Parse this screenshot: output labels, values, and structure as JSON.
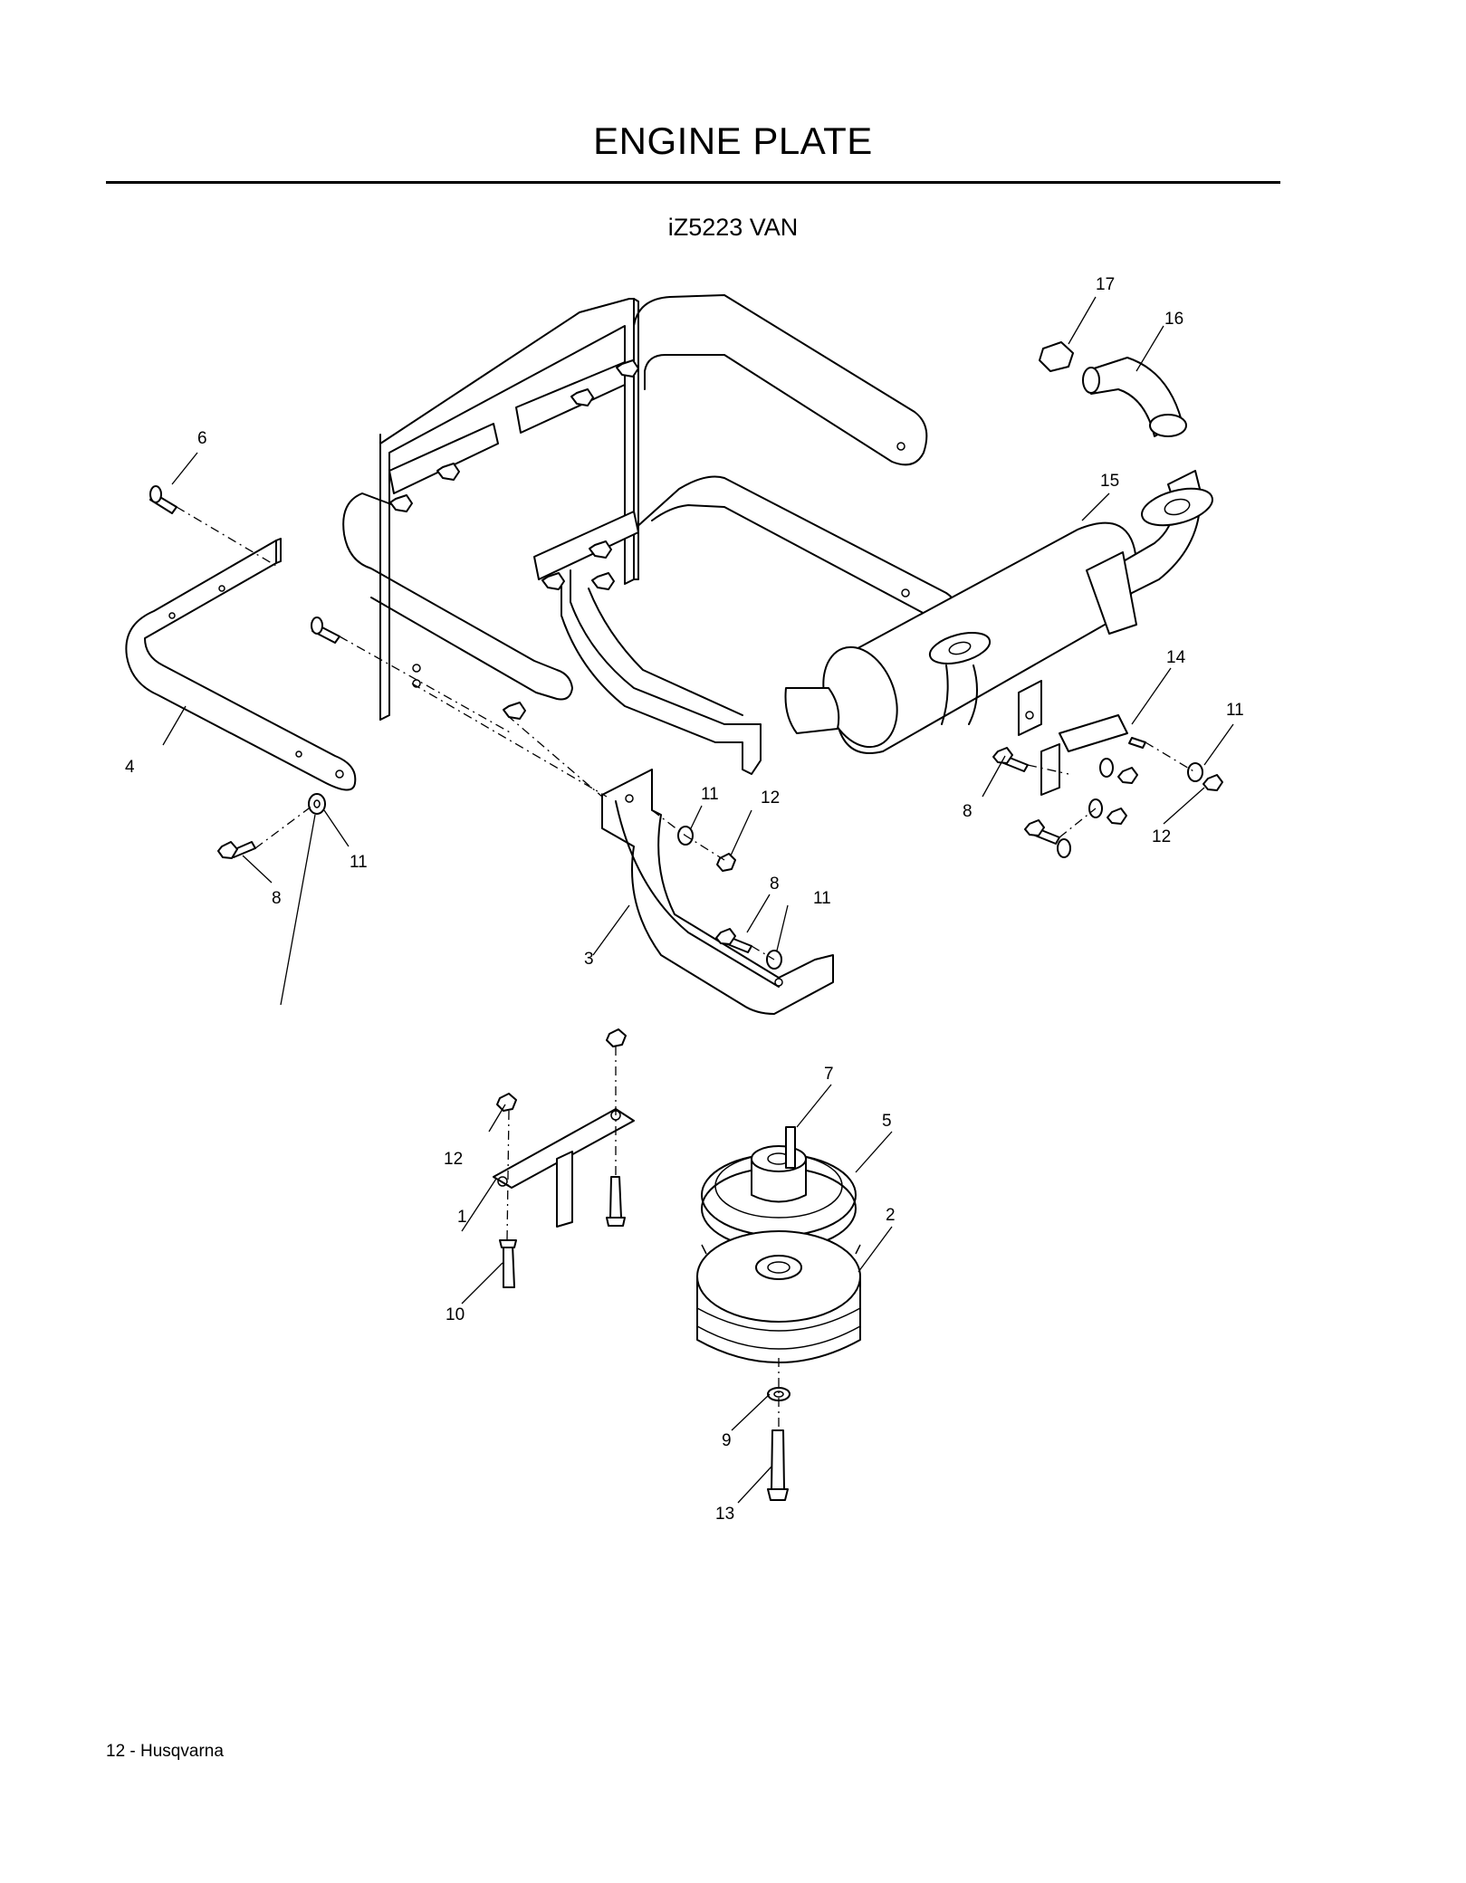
{
  "page": {
    "title": "ENGINE PLATE",
    "subtitle": "iZ5223 VAN",
    "footer": "12 - Husqvarna"
  },
  "diagram": {
    "type": "exploded-parts-diagram",
    "callouts": [
      {
        "id": "c1",
        "label": "1"
      },
      {
        "id": "c2",
        "label": "2"
      },
      {
        "id": "c3",
        "label": "3"
      },
      {
        "id": "c4",
        "label": "4"
      },
      {
        "id": "c5",
        "label": "5"
      },
      {
        "id": "c6",
        "label": "6"
      },
      {
        "id": "c7",
        "label": "7"
      },
      {
        "id": "c8a",
        "label": "8"
      },
      {
        "id": "c8b",
        "label": "8"
      },
      {
        "id": "c8c",
        "label": "8"
      },
      {
        "id": "c9",
        "label": "9"
      },
      {
        "id": "c10",
        "label": "10"
      },
      {
        "id": "c11a",
        "label": "11"
      },
      {
        "id": "c11b",
        "label": "11"
      },
      {
        "id": "c11c",
        "label": "11"
      },
      {
        "id": "c11d",
        "label": "11"
      },
      {
        "id": "c12a",
        "label": "12"
      },
      {
        "id": "c12b",
        "label": "12"
      },
      {
        "id": "c12c",
        "label": "12"
      },
      {
        "id": "c13",
        "label": "13"
      },
      {
        "id": "c14",
        "label": "14"
      },
      {
        "id": "c15",
        "label": "15"
      },
      {
        "id": "c16",
        "label": "16"
      },
      {
        "id": "c17",
        "label": "17"
      }
    ]
  }
}
